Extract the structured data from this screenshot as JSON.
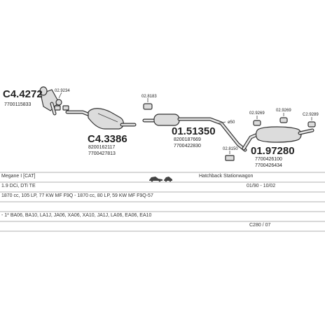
{
  "parts": {
    "p1": {
      "code": "C4.4272",
      "oem": "7700115833"
    },
    "p2": {
      "code": "C4.3386",
      "oem1": "8200162117",
      "oem2": "7700427813"
    },
    "p3": {
      "code": "01.51350",
      "oem1": "8200187669",
      "oem2": "7700422830"
    },
    "p4": {
      "code": "01.97280",
      "oem1": "7700426100",
      "oem2": "7700426434"
    }
  },
  "small_labels": {
    "s1": "02.9234",
    "s2": "02.8183",
    "s3": "02.8150",
    "s4": "02.9269",
    "s5": "02.9269",
    "s6": "C2.9289",
    "diam": "ø50"
  },
  "info": {
    "model": "Megane I [CAT]",
    "body": "Hatchback Stationwagon",
    "engine": "1.9 DCi, DTi TE",
    "years": "01/90 - 10/02",
    "spec": "1870 cc, 105 LP, 77 KW MF F9Q - 1870 cc, 80 LP, 59 KW MF F9Q-57",
    "codes": "- 1* BA06, BA10, LA1J, JA06, XA06, XA10, JA1J, LA06, EA06, EA10",
    "ref": "C280 / 07"
  }
}
